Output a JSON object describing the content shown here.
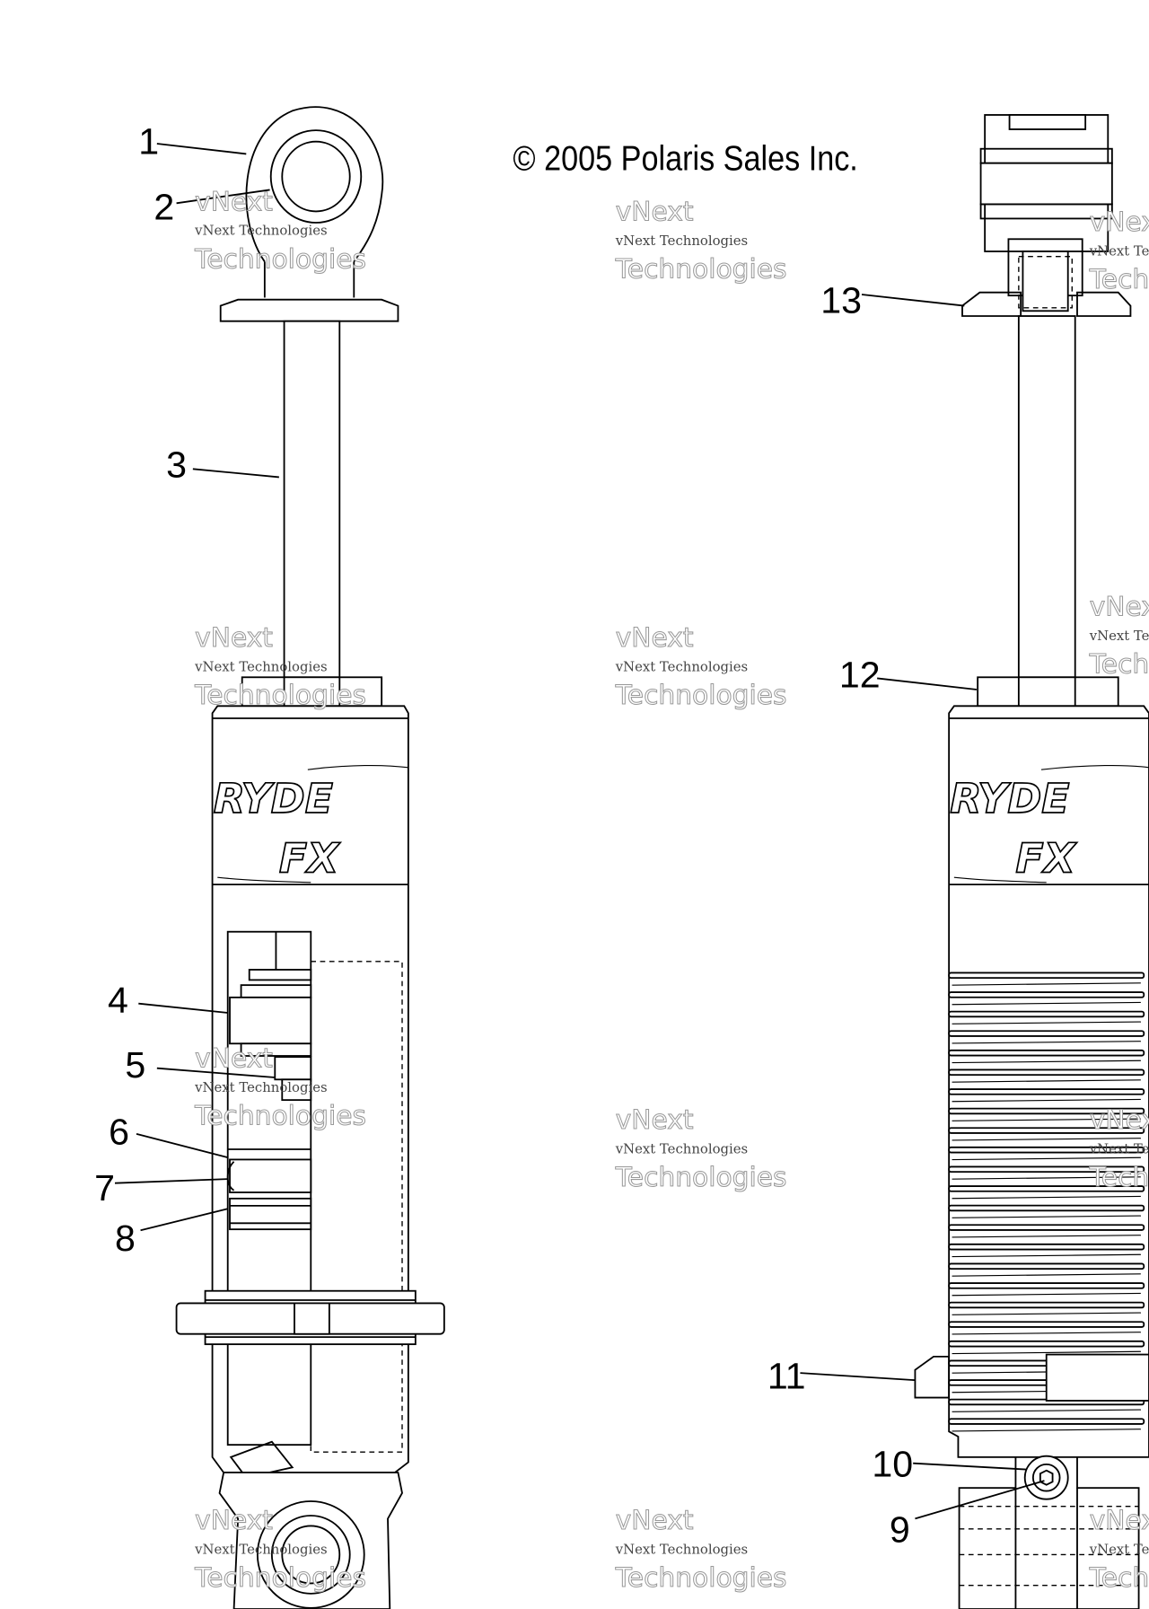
{
  "copyright": "© 2005 Polaris Sales Inc.",
  "callouts": [
    "1",
    "2",
    "3",
    "4",
    "5",
    "6",
    "7",
    "8",
    "9",
    "10",
    "11",
    "12",
    "13"
  ],
  "logo_text": {
    "line1": "RYDE",
    "line2": "FX"
  },
  "watermark": {
    "top": "vNext",
    "middle": "vNext Technologies",
    "bottom": "Technologies"
  }
}
